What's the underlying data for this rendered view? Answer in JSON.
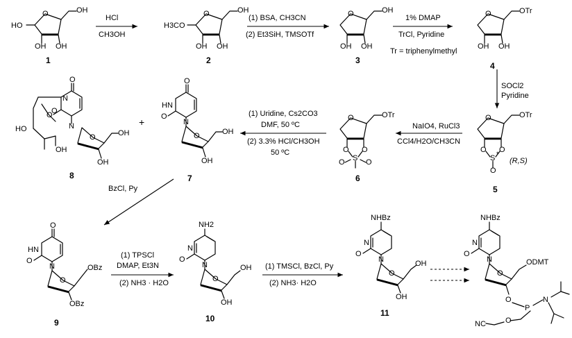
{
  "labels": {
    "oh": "OH",
    "ho": "HO",
    "h3co": "H3CO",
    "otr": "OTr",
    "obz": "OBz",
    "o": "O",
    "s": "S",
    "p": "P",
    "n": "N",
    "hn": "HN",
    "nh2": "NH2",
    "nhbz": "NHBz",
    "odmt": "ODMT",
    "nc": "NC",
    "rs": "(R,S)",
    "star": "*",
    "plus": "+"
  },
  "compounds": [
    "1",
    "2",
    "3",
    "4",
    "5",
    "6",
    "7",
    "8",
    "9",
    "10",
    "11"
  ],
  "conditions": {
    "s1_top": "HCl",
    "s1_bottom": "CH3OH",
    "s2_top": "(1) BSA, CH3CN",
    "s2_bottom": "(2) Et3SiH, TMSOTf",
    "s3_top": "1% DMAP",
    "s3_bottom": "TrCl, Pyridine",
    "s3_note": "Tr = triphenylmethyl",
    "s4_a": "SOCl2",
    "s4_b": "Pyridine",
    "s5_top": "NaIO4, RuCl3",
    "s5_bottom": "CCl4/H2O/CH3CN",
    "s6_a": "(1) Uridine, Cs2CO3",
    "s6_b": "DMF, 50 ºC",
    "s6_c": "(2) 3.3% HCl/CH3OH",
    "s6_d": "50 ºC",
    "s7": "BzCl, Py",
    "s8_a": "(1) TPSCl",
    "s8_b": "DMAP, Et3N",
    "s8_c": "(2) NH3 · H2O",
    "s9_top": "(1) TMSCl, BzCl, Py",
    "s9_bottom": "(2) NH3· H2O"
  }
}
